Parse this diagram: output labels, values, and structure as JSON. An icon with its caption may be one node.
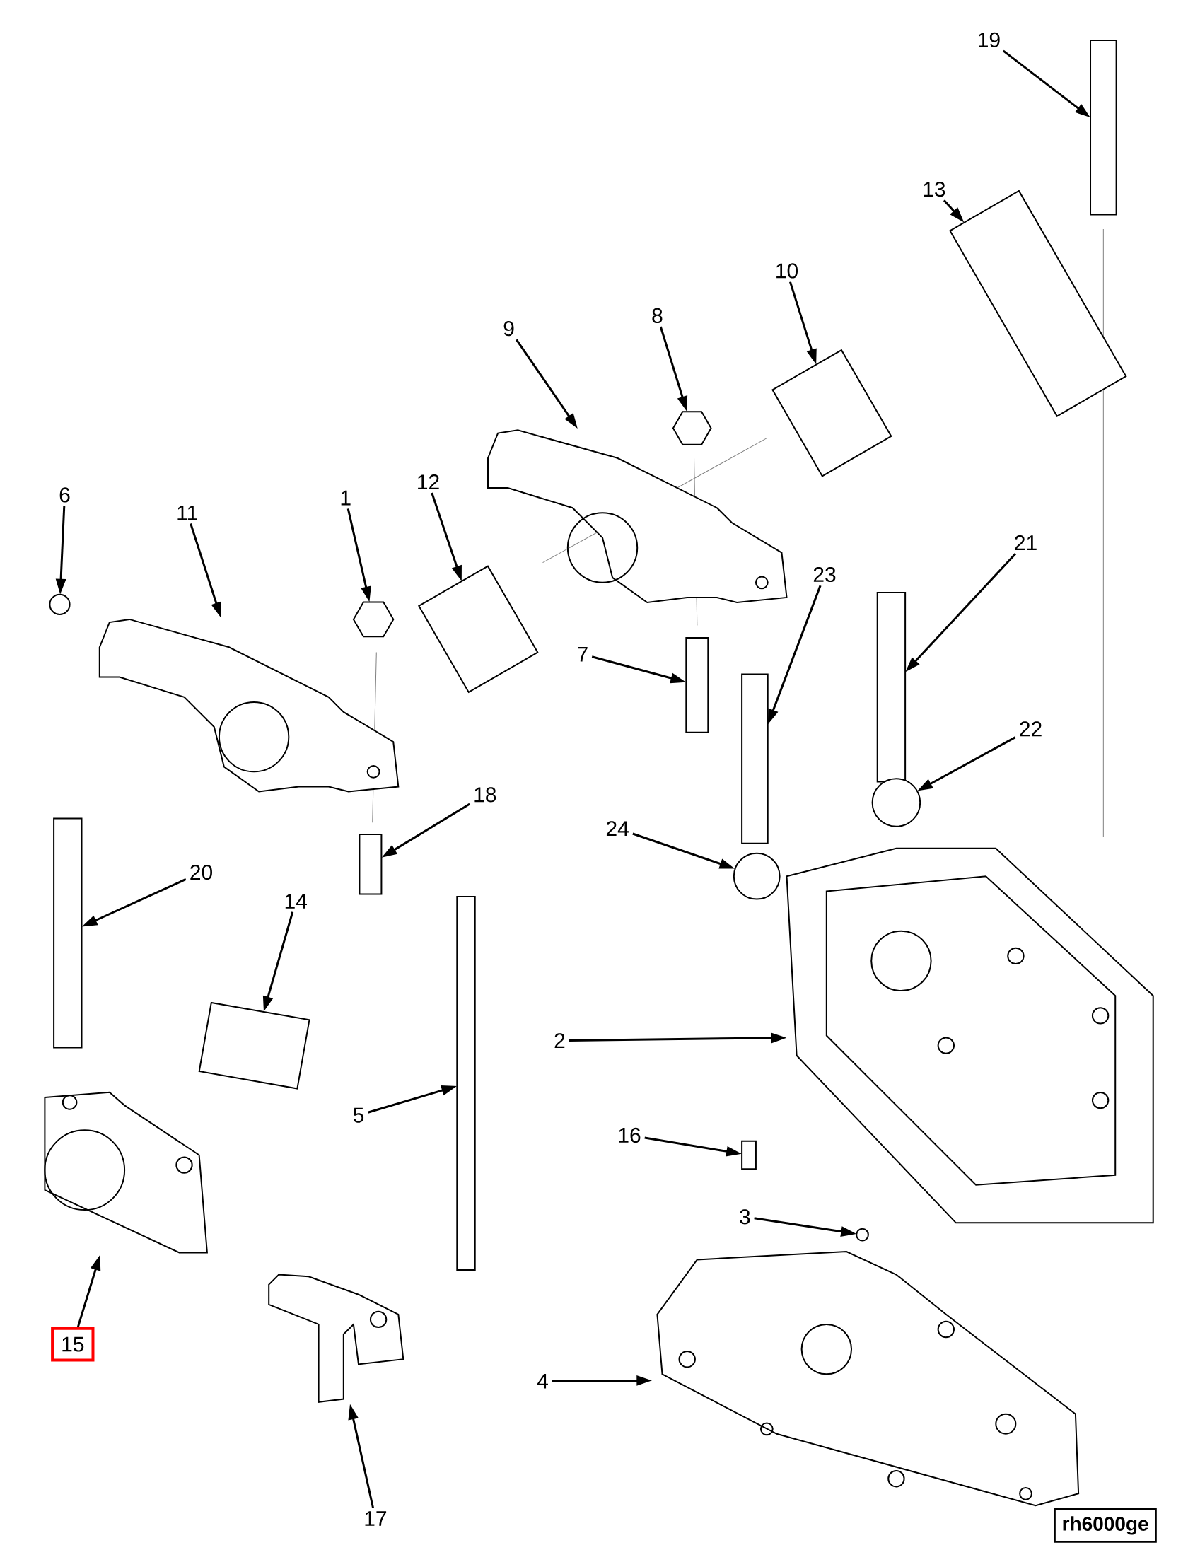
{
  "diagram": {
    "nodes": [
      {
        "text": [
          "19"
        ]
      },
      {
        "text": [
          "13"
        ]
      },
      {
        "text": [
          "10"
        ]
      },
      {
        "text": [
          "8"
        ]
      },
      {
        "text": [
          "9"
        ]
      },
      {
        "text": [
          "12"
        ]
      },
      {
        "text": [
          "6"
        ]
      },
      {
        "text": [
          "1"
        ]
      },
      {
        "text": [
          "11"
        ]
      },
      {
        "text": [
          "21"
        ]
      },
      {
        "text": [
          "23"
        ]
      },
      {
        "text": [
          "7"
        ]
      },
      {
        "text": [
          "22"
        ]
      },
      {
        "text": [
          "18"
        ]
      },
      {
        "text": [
          "24"
        ]
      },
      {
        "text": [
          "20"
        ]
      },
      {
        "text": [
          "14"
        ]
      },
      {
        "text": [
          "2"
        ]
      },
      {
        "text": [
          "5"
        ]
      },
      {
        "text": [
          "16"
        ]
      },
      {
        "text": [
          "3"
        ]
      },
      {
        "text": [
          "15"
        ]
      },
      {
        "text": [
          "4"
        ]
      },
      {
        "text": [
          "17"
        ]
      },
      {
        "text": [],
        "shape": "bar"
      },
      {
        "text": [],
        "shape": "cylinder"
      },
      {
        "text": [],
        "shape": "cylinder"
      },
      {
        "text": [],
        "shape": "hexagon"
      },
      {
        "text": [],
        "shape": "picture"
      },
      {
        "text": [],
        "shape": "cylinder"
      },
      {
        "text": [],
        "shape": "circle"
      },
      {
        "text": [],
        "shape": "hexagon"
      },
      {
        "text": [],
        "shape": "picture"
      },
      {
        "text": [],
        "shape": "bar"
      },
      {
        "text": [],
        "shape": "bar"
      },
      {
        "text": [],
        "shape": "bar"
      },
      {
        "text": [],
        "shape": "circle"
      },
      {
        "text": [],
        "shape": "bar"
      },
      {
        "text": [],
        "shape": "circle"
      },
      {
        "text": [],
        "shape": "bar"
      },
      {
        "text": [],
        "shape": "cylinder"
      },
      {
        "text": [],
        "shape": "picture"
      },
      {
        "text": [],
        "shape": "bar"
      },
      {
        "text": [],
        "shape": "bar"
      },
      {
        "text": [],
        "shape": "circle"
      },
      {
        "text": [],
        "shape": "picture"
      },
      {
        "text": [],
        "shape": "picture"
      },
      {
        "text": [],
        "shape": "picture"
      }
    ],
    "edges": [
      {
        "from": 0,
        "to": 24,
        "arrow": "to"
      },
      {
        "from": 1,
        "to": 25,
        "arrow": "to"
      },
      {
        "from": 2,
        "to": 26,
        "arrow": "to"
      },
      {
        "from": 3,
        "to": 27,
        "arrow": "to"
      },
      {
        "from": 4,
        "to": 28,
        "arrow": "to"
      },
      {
        "from": 5,
        "to": 29,
        "arrow": "to"
      },
      {
        "from": 6,
        "to": 30,
        "arrow": "to"
      },
      {
        "from": 7,
        "to": 31,
        "arrow": "to"
      },
      {
        "from": 8,
        "to": 32,
        "arrow": "to"
      },
      {
        "from": 9,
        "to": 33,
        "arrow": "to"
      },
      {
        "from": 10,
        "to": 34,
        "arrow": "to"
      },
      {
        "from": 11,
        "to": 35,
        "arrow": "to"
      },
      {
        "from": 12,
        "to": 36,
        "arrow": "to"
      },
      {
        "from": 13,
        "to": 37,
        "arrow": "to"
      },
      {
        "from": 14,
        "to": 38,
        "arrow": "to"
      },
      {
        "from": 15,
        "to": 39,
        "arrow": "to"
      },
      {
        "from": 16,
        "to": 40,
        "arrow": "to"
      },
      {
        "from": 17,
        "to": 41,
        "arrow": "to"
      },
      {
        "from": 18,
        "to": 42,
        "arrow": "to"
      },
      {
        "from": 19,
        "to": 43,
        "arrow": "to"
      },
      {
        "from": 20,
        "to": 44,
        "arrow": "to"
      },
      {
        "from": 21,
        "to": 45,
        "arrow": "to"
      },
      {
        "from": 22,
        "to": 46,
        "arrow": "to"
      },
      {
        "from": 23,
        "to": 47,
        "arrow": "to"
      }
    ],
    "labels": [
      "rh6000ge"
    ]
  }
}
